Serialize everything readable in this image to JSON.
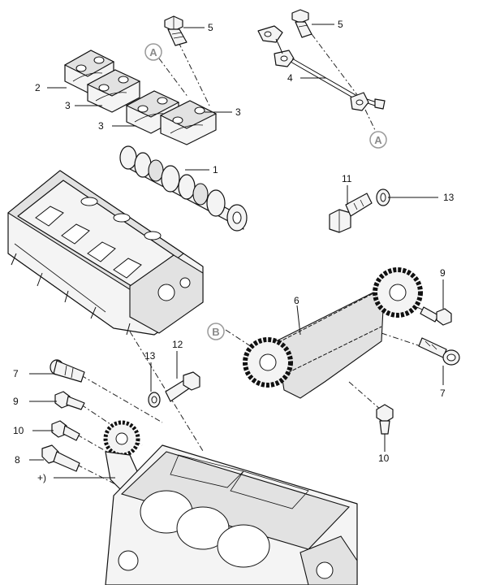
{
  "callouts": {
    "c1": "1",
    "c2": "2",
    "c3a": "3",
    "c3b": "3",
    "c3c": "3",
    "c4": "4",
    "c5a": "5",
    "c5b": "5",
    "c6": "6",
    "c7a": "7",
    "c7b": "7",
    "c8": "8",
    "c9a": "9",
    "c9b": "9",
    "c10a": "10",
    "c10b": "10",
    "c11": "11",
    "c12": "12",
    "c13a": "13",
    "c13b": "13",
    "sealant": "+)"
  },
  "refs": {
    "a1": "A",
    "a2": "A",
    "b1": "B"
  }
}
